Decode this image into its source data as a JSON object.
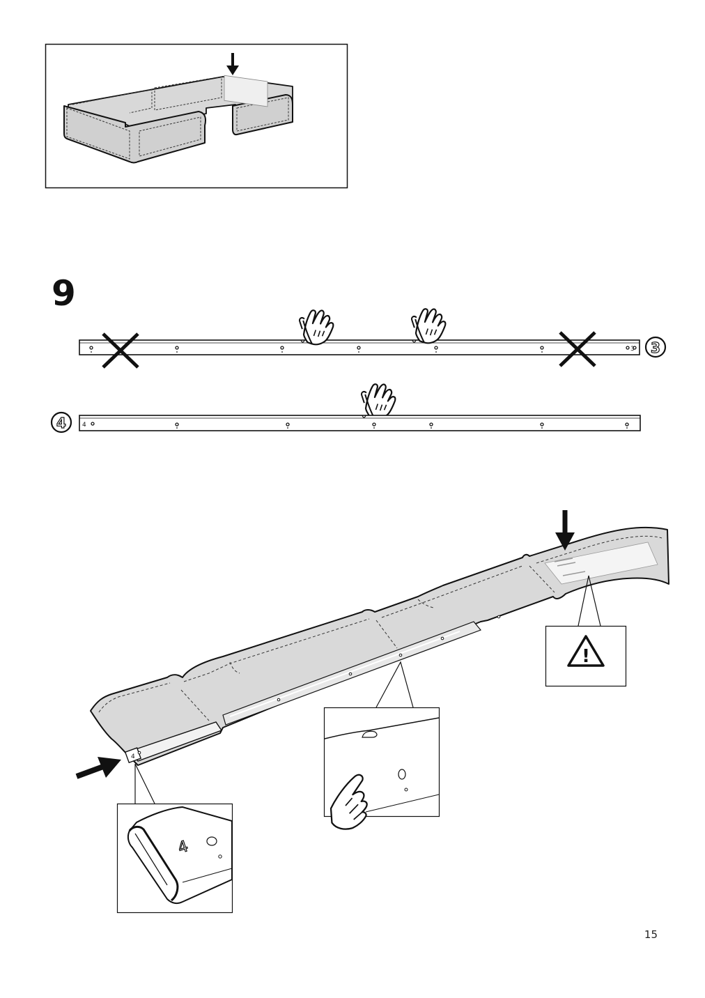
{
  "step": {
    "number": "9"
  },
  "rails": {
    "top": {
      "part_number": "3"
    },
    "bottom": {
      "part_number": "4"
    }
  },
  "detail_labels": {
    "rail_end_marking": "4"
  },
  "warning": {
    "icon": "warning-triangle-icon",
    "symbol": "!"
  },
  "icons": {
    "pointing_hand": "hand-pointing-icon",
    "do_not_use": "cross-mark-icon",
    "push_arrow": "arrow-icon"
  },
  "footer": {
    "page_number": "15"
  }
}
